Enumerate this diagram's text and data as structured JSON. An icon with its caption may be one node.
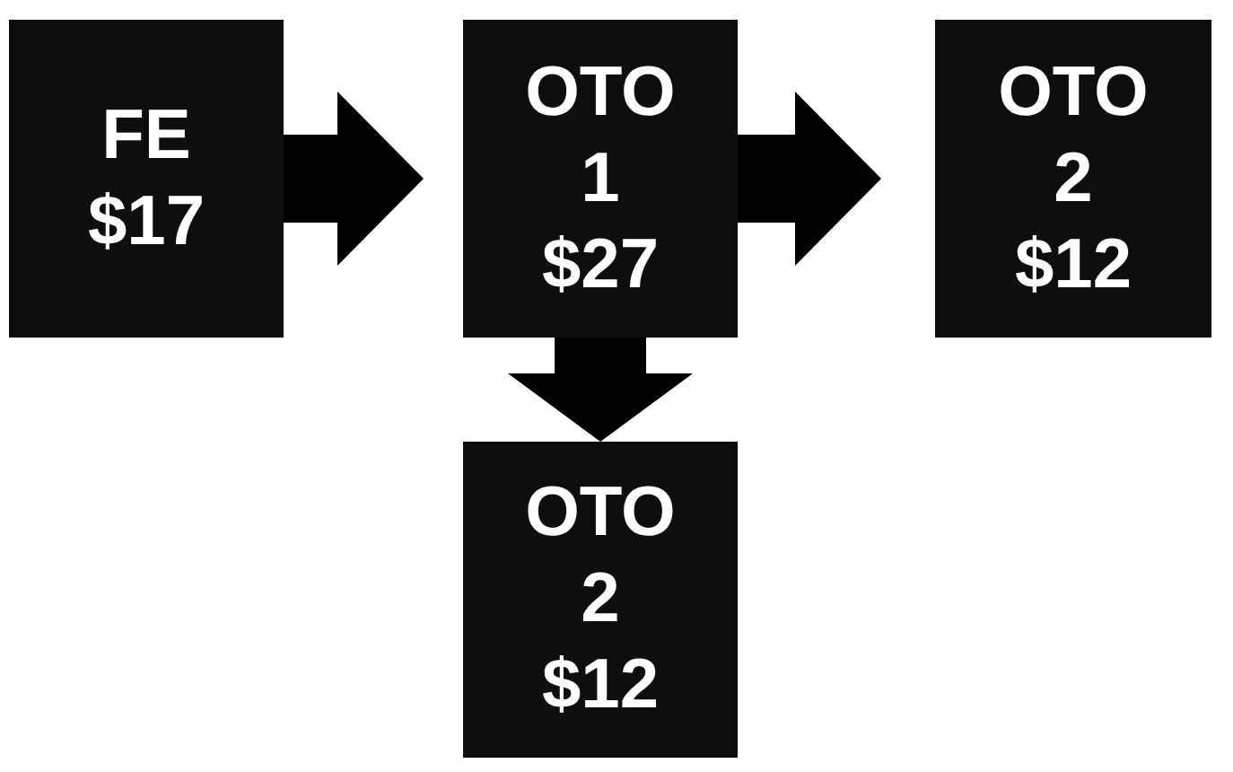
{
  "diagram": {
    "nodes": [
      {
        "text": [
          "FE $17"
        ]
      },
      {
        "text": [
          "OTO 1 $27"
        ]
      },
      {
        "text": [
          "OTO 2 $12"
        ]
      },
      {
        "text": [
          "OTO 2 $12"
        ]
      }
    ],
    "edges": [
      {
        "from": 0,
        "to": 1,
        "arrow": "to"
      },
      {
        "from": 1,
        "to": 2,
        "arrow": "to"
      },
      {
        "from": 1,
        "to": 3,
        "arrow": "to"
      }
    ]
  }
}
